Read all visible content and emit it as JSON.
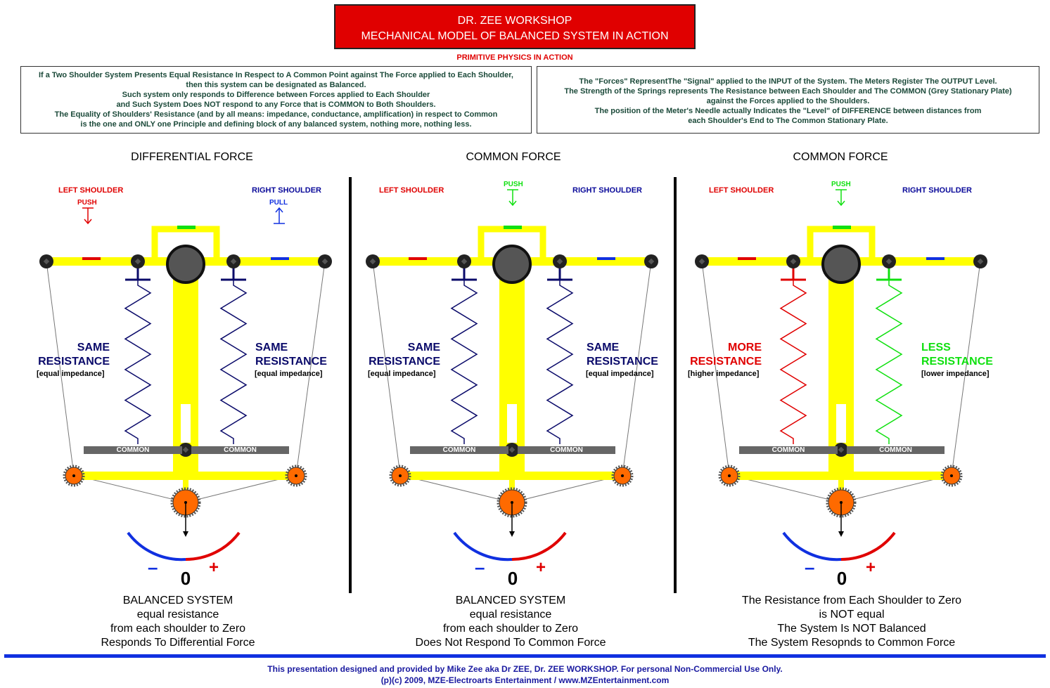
{
  "header": {
    "title_line1": "DR. ZEE WORKSHOP",
    "title_line2": "MECHANICAL MODEL OF BALANCED SYSTEM IN ACTION",
    "subtitle": "PRIMITIVE PHYSICS IN ACTION"
  },
  "info_left": [
    "If a Two Shoulder System Presents Equal Resistance In Respect to A Common Point against The Force applied to Each Shoulder,",
    "then this system can be designated as Balanced.",
    "Such system only responds to Difference between Forces applied to Each Shoulder",
    "and Such System Does NOT respond to any Force that is COMMON to Both Shoulders.",
    "The Equality of Shoulders' Resistance (and by all means: impedance, conductance, amplification) in respect to Common",
    "is the one and ONLY one Principle and defining  block of any balanced system, nothing more, nothing less."
  ],
  "info_right": [
    "The \"Forces\" RepresentThe \"Signal\" applied to the INPUT of the System. The Meters Register The OUTPUT Level.",
    "The Strength of the Springs represents The Resistance between Each Shoulder and The COMMON (Grey Stationary Plate)",
    "against the Forces applied to the Shoulders.",
    "The position of the Meter's Needle actually Indicates the \"Level\" of DIFFERENCE  between distances from",
    "each Shoulder's End to The Common Stationary Plate."
  ],
  "colors": {
    "red": "#e00000",
    "blue": "#1030e0",
    "green": "#10e010",
    "navy": "#0a0a6a",
    "yellow": "#ffff00",
    "gray": "#666666",
    "orange": "#ff6a00"
  },
  "panels": [
    {
      "title": "DIFFERENTIAL FORCE",
      "left_label": "LEFT SHOULDER",
      "right_label": "RIGHT SHOULDER",
      "left_force": "PUSH",
      "right_force": "PULL",
      "center_force": "",
      "left_res_top": "SAME",
      "left_res_bottom": "RESISTANCE",
      "left_imp": "[equal impedance]",
      "right_res_top": "SAME",
      "right_res_bottom": "RESISTANCE",
      "right_imp": "[equal impedance]",
      "common": "COMMON",
      "minus": "–",
      "zero": "0",
      "plus": "+",
      "caption": [
        "BALANCED SYSTEM",
        "equal resistance",
        "from each shoulder to Zero",
        "Responds To Differential Force"
      ]
    },
    {
      "title": "COMMON FORCE",
      "left_label": "LEFT SHOULDER",
      "right_label": "RIGHT SHOULDER",
      "left_force": "",
      "right_force": "",
      "center_force": "PUSH",
      "left_res_top": "SAME",
      "left_res_bottom": "RESISTANCE",
      "left_imp": "[equal impedance]",
      "right_res_top": "SAME",
      "right_res_bottom": "RESISTANCE",
      "right_imp": "[equal impedance]",
      "common": "COMMON",
      "minus": "–",
      "zero": "0",
      "plus": "+",
      "caption": [
        "BALANCED SYSTEM",
        "equal resistance",
        "from each shoulder to Zero",
        "Does Not Respond To Common Force"
      ]
    },
    {
      "title": "COMMON FORCE",
      "left_label": "LEFT SHOULDER",
      "right_label": "RIGHT SHOULDER",
      "left_force": "",
      "right_force": "",
      "center_force": "PUSH",
      "left_res_top": "MORE",
      "left_res_bottom": "RESISTANCE",
      "left_imp": "[higher impedance]",
      "right_res_top": "LESS",
      "right_res_bottom": "RESISTANCE",
      "right_imp": "[lower impedance]",
      "common": "COMMON",
      "minus": "–",
      "zero": "0",
      "plus": "+",
      "caption": [
        "The Resistance from Each Shoulder to Zero",
        "is NOT equal",
        "The System Is NOT Balanced",
        "The System Resopnds to Common Force"
      ]
    }
  ],
  "footer": {
    "line1": "This presentation designed and provided by Mike Zee aka Dr ZEE, Dr. ZEE WORKSHOP. For personal Non-Commercial Use Only.",
    "line2": "(p)(c) 2009, MZE-Electroarts Entertainment / www.MZEntertainment.com"
  }
}
